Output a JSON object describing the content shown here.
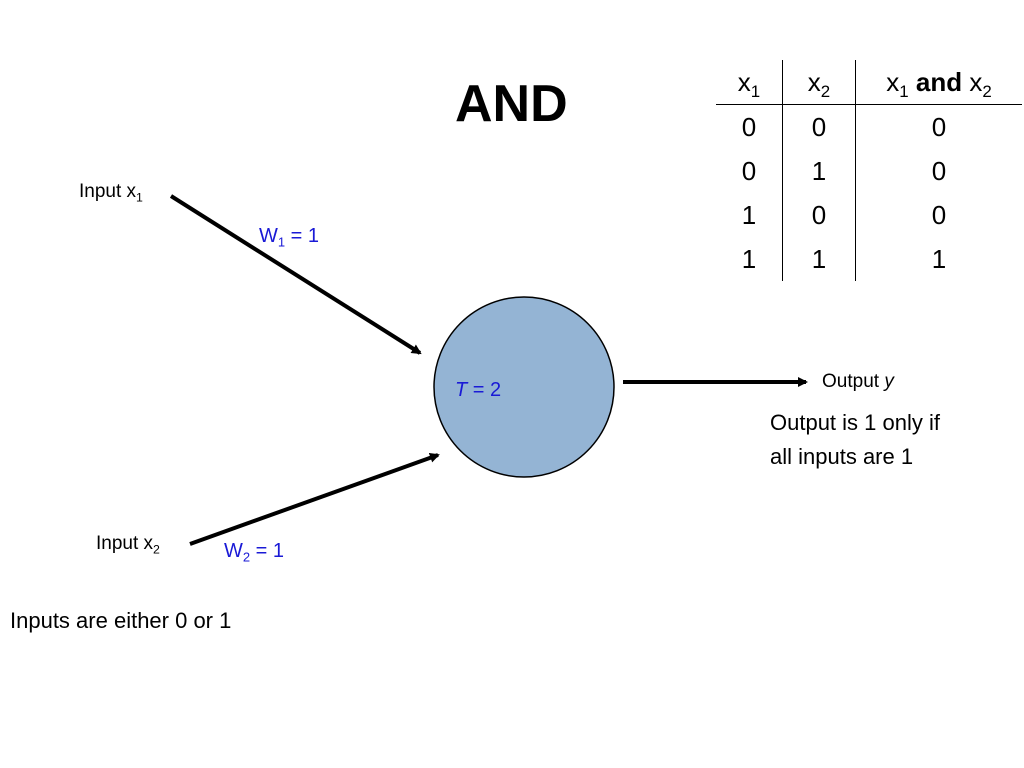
{
  "title": "AND",
  "inputs": {
    "x1": {
      "label": "Input x",
      "sub": "1"
    },
    "x2": {
      "label": "Input x",
      "sub": "2"
    }
  },
  "weights": {
    "w1": {
      "name": "W",
      "sub": "1",
      "value": " = 1"
    },
    "w2": {
      "name": "W",
      "sub": "2",
      "value": " = 1"
    }
  },
  "neuron": {
    "threshold_var": "T",
    "threshold_value": " = 2",
    "fill": "#94b4d4"
  },
  "output": {
    "label": "Output ",
    "var": "y",
    "note_line1": "Output is 1 only if",
    "note_line2": "all inputs are 1"
  },
  "footnote": "Inputs are either 0 or 1",
  "truth_table": {
    "headers": {
      "c1": {
        "var": "x",
        "sub": "1"
      },
      "c2": {
        "var": "x",
        "sub": "2"
      },
      "c3": {
        "var_a": "x",
        "sub_a": "1",
        "op": " and ",
        "var_b": "x",
        "sub_b": "2"
      }
    },
    "rows": [
      [
        "0",
        "0",
        "0"
      ],
      [
        "0",
        "1",
        "0"
      ],
      [
        "1",
        "0",
        "0"
      ],
      [
        "1",
        "1",
        "1"
      ]
    ]
  },
  "colors": {
    "label_blue": "#1a1ad6",
    "neuron_fill": "#94b4d4",
    "line": "#000000"
  }
}
